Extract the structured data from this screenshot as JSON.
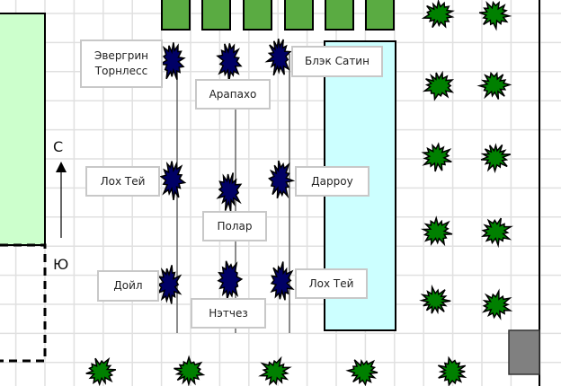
{
  "labels": {
    "evergreen": "Эвергрин\nТорнлесс",
    "arapaho": "Арапахо",
    "black_satin": "Блэк Сатин",
    "loch_tay_left": "Лох Тей",
    "polar": "Полар",
    "darrow": "Дарроу",
    "doyle": "Дойл",
    "natchez": "Нэтчез",
    "loch_tay_right": "Лох Тей"
  },
  "compass": {
    "north": "С",
    "south": "Ю"
  },
  "colors": {
    "lawn": "#ccffcc",
    "water": "#ccffff",
    "beds": "#5aab42",
    "blackberry": "#000066",
    "shrub": "#008000",
    "shed": "#808080",
    "grid": "#e0e0e0"
  }
}
